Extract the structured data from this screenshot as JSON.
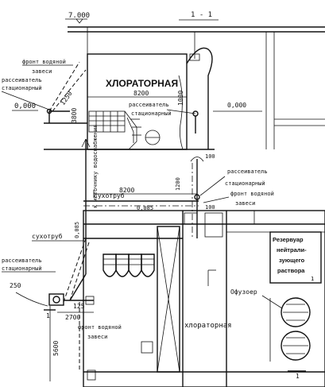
{
  "section": {
    "elevation_top": "7.000",
    "section_mark": "1 - 1",
    "room_title": "ХЛОРАТОРНАЯ",
    "front_label_1": "фронт водяной",
    "front_label_2": "завеси",
    "sprinkler_label_1": "рассеиватель",
    "sprinkler_label_2": "стационарный",
    "elevation_floor_left": "0,000",
    "elevation_floor_right": "0,000",
    "dim_width": "8200",
    "dim_1250": "1250",
    "dim_3800": "3800",
    "dim_1000": "1000",
    "inner_sprinkler_1": "рассеиватель",
    "inner_sprinkler_2": "стационарный"
  },
  "plan": {
    "dim_100": "100",
    "sprinkler_1": "рассеиватель",
    "sprinkler_2": "стационарный",
    "front_1": "фронт водяной",
    "front_2": "завеси",
    "dim_8200": "8200",
    "dim_1200": "1200",
    "pipe_label_vertical": "к источнику водоснабжения",
    "dry_pipe_top": "сухотруб",
    "elev_0085_top": "0,085",
    "elev_0085_left": "0,085",
    "dim_100_b": "100",
    "dry_pipe_left": "сухотруб",
    "left_sprinkler_1": "рассеиватель",
    "left_sprinkler_2": "стационарный",
    "angle_250": "250",
    "dim_125": "125",
    "dim_2700": "2700",
    "mark_1_left": "1",
    "mark_1_right": "1",
    "front_bottom_1": "фронт водяной",
    "front_bottom_2": "завеси",
    "dim_5600": "5600",
    "room_label": "хлораторная",
    "tank_1": "Резервуар",
    "tank_2": "нейтрали-",
    "tank_3": "зующего",
    "tank_4": "раствора",
    "diffuser": "Офузоер"
  }
}
